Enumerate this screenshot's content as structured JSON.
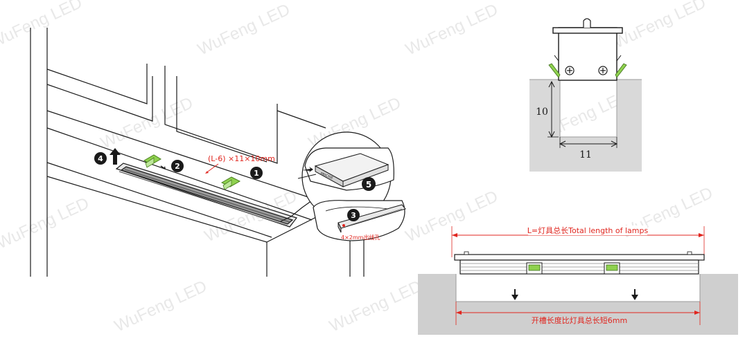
{
  "watermark": "WuFeng LED",
  "left_figure": {
    "dimension_label": "(L-6) ×11×10mm",
    "hole_label": "4×2mm出线孔",
    "steps": [
      "1",
      "2",
      "3",
      "4",
      "5"
    ],
    "connector_text": "PRICISE"
  },
  "cross_section": {
    "depth": "10",
    "width": "11",
    "colors": {
      "recess": "#d9d9d9",
      "line": "#1a1a1a",
      "accent": "#7fbf3f"
    }
  },
  "length_figure": {
    "lamp_length_label": "L=灯具总长Total length of lamps",
    "groove_length_label": "开槽长度比灯具总长短6mm",
    "colors": {
      "dim_line": "#e0261f",
      "surface": "#cfcfcf"
    }
  }
}
